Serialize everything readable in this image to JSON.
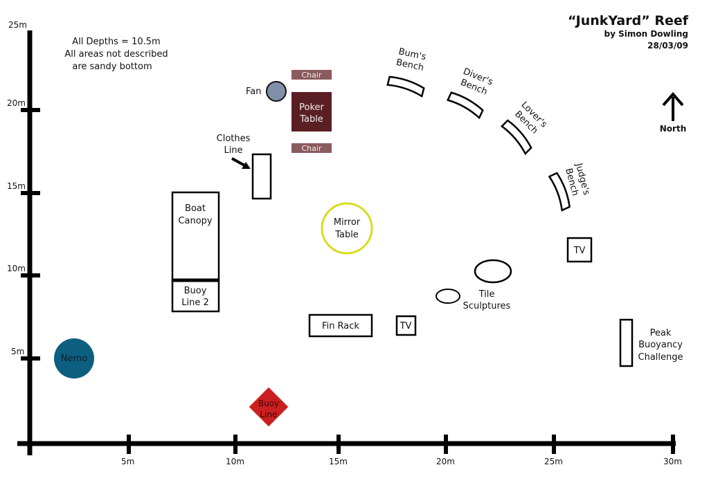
{
  "title": {
    "main": "“JunkYard” Reef",
    "author": "by Simon Dowling",
    "date": "28/03/09"
  },
  "notes": {
    "line1": "All Depths = 10.5m",
    "line2": "All areas not described",
    "line3": "are sandy bottom"
  },
  "north": "North",
  "axes": {
    "y_ticks": [
      "25m",
      "20m",
      "15m",
      "10m",
      "5m"
    ],
    "x_ticks": [
      "5m",
      "10m",
      "15m",
      "20m",
      "25m",
      "30m"
    ]
  },
  "objects": {
    "chair_top": "Chair",
    "chair_bottom": "Chair",
    "poker_table": [
      "Poker",
      "Table"
    ],
    "fan": "Fan",
    "clothes_line": [
      "Clothes",
      "Line"
    ],
    "boat_canopy": [
      "Boat",
      "Canopy"
    ],
    "buoy_line_2": [
      "Buoy",
      "Line 2"
    ],
    "mirror_table": [
      "Mirror",
      "Table"
    ],
    "fin_rack": "Fin Rack",
    "tv_1": "TV",
    "tv_2": "TV",
    "tile_sculptures": [
      "Tile",
      "Sculptures"
    ],
    "peak_buoyancy": [
      "Peak",
      "Buoyancy",
      "Challenge"
    ],
    "nemo": "Nemo",
    "buoy_line": [
      "Buoy",
      "Line"
    ],
    "bums_bench": [
      "Bum's",
      "Bench"
    ],
    "divers_bench": [
      "Diver's",
      "Bench"
    ],
    "lovers_bench": [
      "Lover's",
      "Bench"
    ],
    "judges_bench": [
      "Judge's",
      "Bench"
    ]
  },
  "colors": {
    "poker": "#5a1f22",
    "chair": "#8a5a5e",
    "mirror": "#d8dc1e",
    "nemo": "#0d5f80",
    "buoy": "#cc1f1f",
    "fan": "#8090a8"
  }
}
